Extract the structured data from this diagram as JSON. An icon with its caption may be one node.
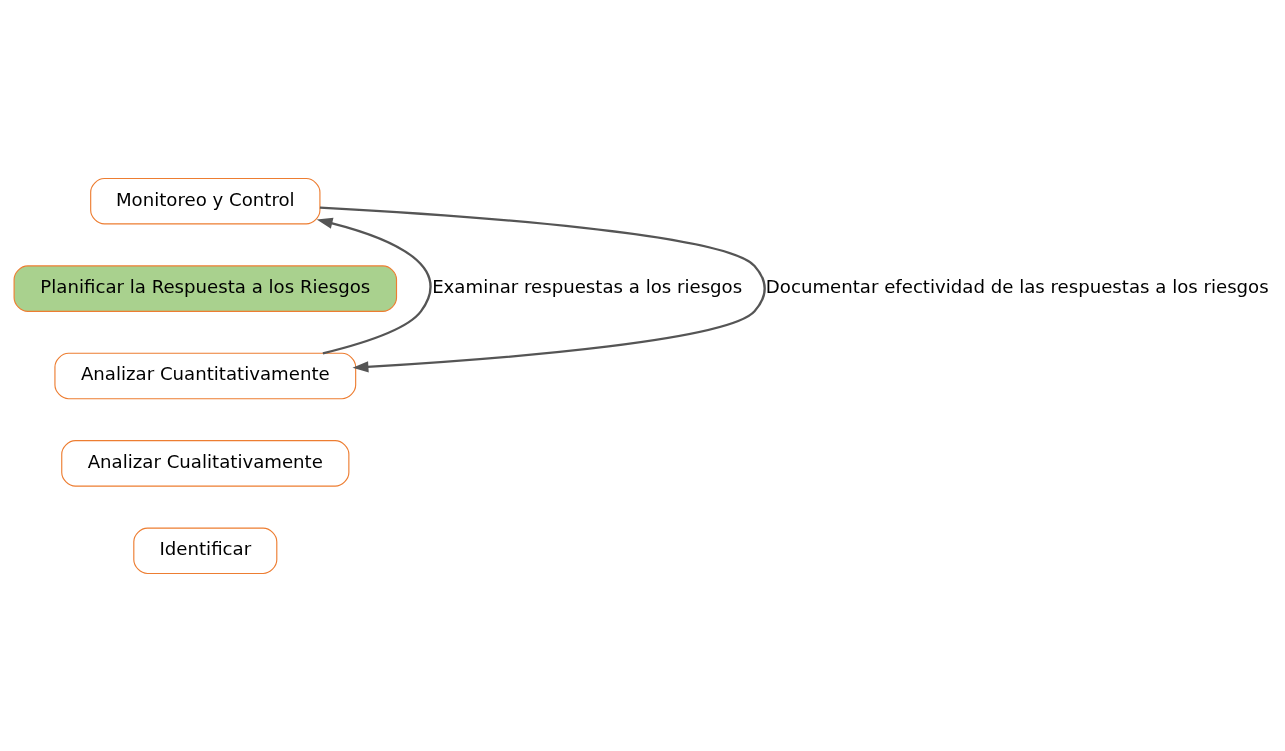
{
  "diagram": {
    "nodes": [
      {
        "text": [
          "Identificar"
        ]
      },
      {
        "text": [
          "Analizar Cualitativamente"
        ]
      },
      {
        "text": [
          "Analizar Cuantitativamente"
        ]
      },
      {
        "text": [
          "Planificar la Respuesta a los Riesgos"
        ]
      },
      {
        "text": [
          "Monitoreo y Control"
        ]
      }
    ],
    "edges": [
      {
        "from": 2,
        "to": 4,
        "arrow": "to",
        "label": "Examinar respuestas a los riesgos"
      },
      {
        "from": 4,
        "to": 2,
        "arrow": "to",
        "label": "Documentar efectividad de las respuestas a los riesgos"
      }
    ]
  }
}
